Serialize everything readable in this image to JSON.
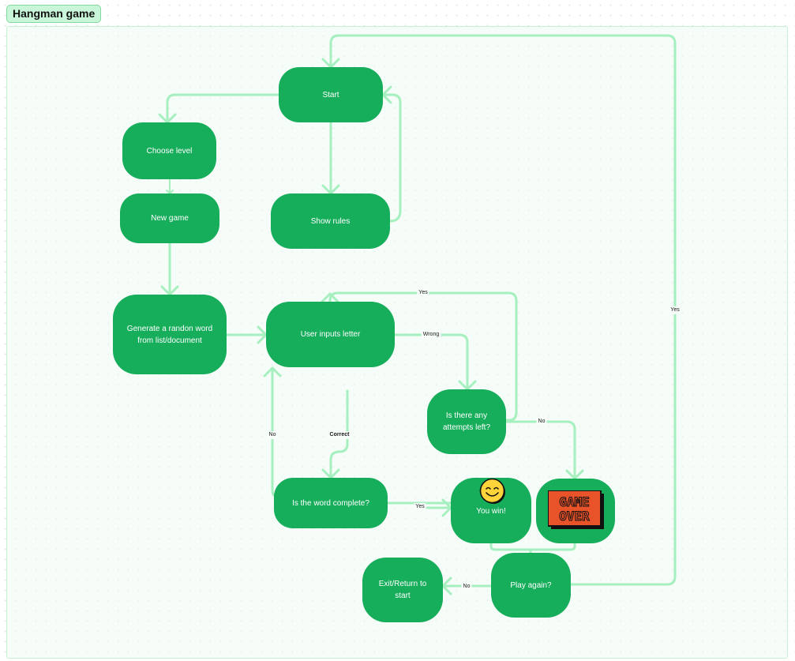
{
  "board": {
    "title": "Hangman game"
  },
  "nodes": {
    "start": "Start",
    "choose_level": "Choose level",
    "show_rules": "Show rules",
    "new_game": "New game",
    "generate_word": "Generate a randon word\nfrom list/document",
    "user_inputs": "User inputs letter",
    "attempts_left": "Is there any\nattempts left?",
    "word_complete": "Is the word complete?",
    "you_win": "You win!",
    "play_again": "Play again?",
    "exit": "Exit/Return to\nstart",
    "game_over_line1": "GAME",
    "game_over_line2": "OVER"
  },
  "edges": {
    "yes_retry": "Yes",
    "wrong": "Wrong",
    "no_gameover": "No",
    "correct": "Correct",
    "no_continue": "No",
    "yes_win": "Yes",
    "no_exit": "No",
    "yes_replay": "Yes"
  },
  "icons": {
    "win": "smiley-face-icon",
    "lose": "game-over-sign-icon"
  },
  "colors": {
    "node": "#16ad5b",
    "connector": "#a6efbf",
    "frame": "#c6f0d2",
    "badge": "#c9f6d8",
    "game_over": "#e9532a"
  }
}
